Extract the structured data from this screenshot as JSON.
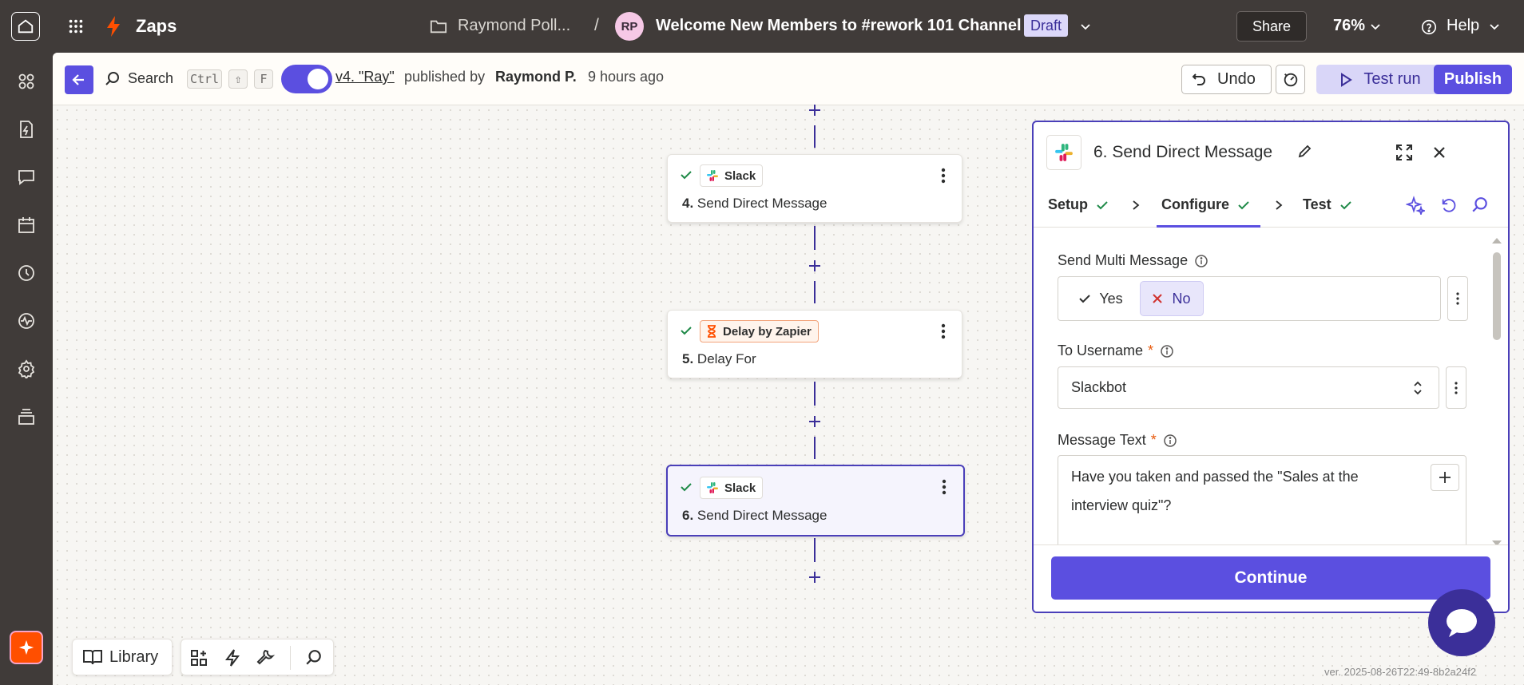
{
  "topbar": {
    "app_name": "Zaps",
    "folder_name": "Raymond Poll...",
    "separator": "/",
    "avatar_initials": "RP",
    "zap_title": "Welcome New Members to #rework 101 Channel",
    "status_badge": "Draft",
    "share_label": "Share",
    "zoom": "76%",
    "help_label": "Help"
  },
  "toolbar": {
    "search_label": "Search",
    "shortcut_keys": [
      "Ctrl",
      "⇧",
      "F"
    ],
    "version_link": "v4. \"Ray\"",
    "published_by": "published by",
    "author": "Raymond P.",
    "time_ago": "9 hours ago",
    "undo_label": "Undo",
    "test_run_label": "Test run",
    "publish_label": "Publish"
  },
  "steps": [
    {
      "app": "Slack",
      "number": "4.",
      "title": "Send Direct Message",
      "selected": false
    },
    {
      "app": "Delay by Zapier",
      "number": "5.",
      "title": "Delay For",
      "selected": false
    },
    {
      "app": "Slack",
      "number": "6.",
      "title": "Send Direct Message",
      "selected": true
    }
  ],
  "panel": {
    "title": "6. Send Direct Message",
    "tabs": [
      {
        "label": "Setup",
        "done": true
      },
      {
        "label": "Configure",
        "done": true,
        "active": true
      },
      {
        "label": "Test",
        "done": true
      }
    ],
    "fields": {
      "multi_message": {
        "label": "Send Multi Message",
        "yes": "Yes",
        "no": "No",
        "selected": "No"
      },
      "to_username": {
        "label": "To Username",
        "required": "*",
        "value": "Slackbot"
      },
      "message_text": {
        "label": "Message Text",
        "required": "*",
        "value_line1": "Have you taken and passed the \"Sales at the",
        "value_line2": "interview quiz\"?"
      }
    },
    "continue_label": "Continue"
  },
  "bottom_toolbar": {
    "library_label": "Library"
  },
  "version_string": "ver. 2025-08-26T22:49-8b2a24f2",
  "colors": {
    "accent": "#5b4fe0",
    "zapier_orange": "#ff4f00",
    "check_green": "#1f8a48",
    "error_red": "#d0312d",
    "dark_bg": "#403b39"
  }
}
